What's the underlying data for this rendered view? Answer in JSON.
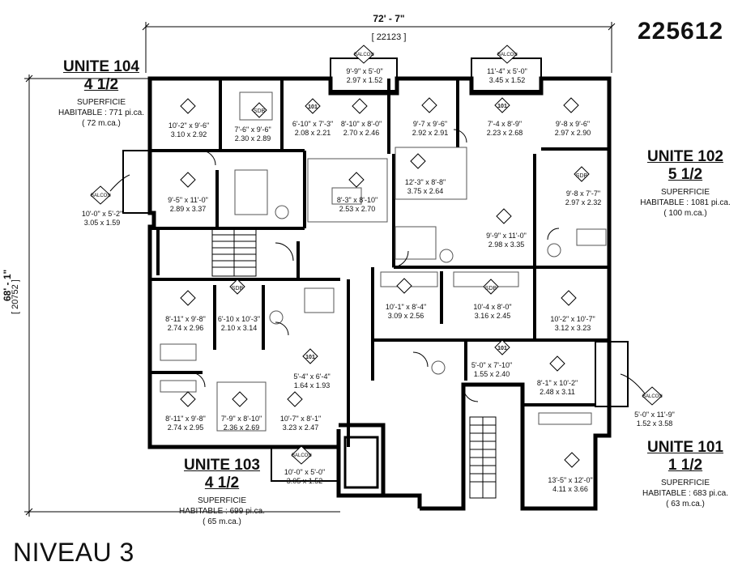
{
  "project_id": "225612",
  "level_label": "NIVEAU 3",
  "overall": {
    "width_imperial": "72' - 7\"",
    "width_metric": "[ 22123 ]",
    "depth_imperial": "68' - 1\"",
    "depth_metric": "[ 20752 ]"
  },
  "units": {
    "u104": {
      "title": "UNITE 104",
      "type": "4 1/2",
      "sup_label": "SUPERFICIE",
      "sup_area": "HABITABLE : 771 pi.ca.",
      "sup_metric": "( 72 m.ca.)"
    },
    "u102": {
      "title": "UNITE 102",
      "type": "5 1/2",
      "sup_label": "SUPERFICIE",
      "sup_area": "HABITABLE : 1081 pi.ca.",
      "sup_metric": "( 100 m.ca.)"
    },
    "u103": {
      "title": "UNITE 103",
      "type": "4 1/2",
      "sup_label": "SUPERFICIE",
      "sup_area": "HABITABLE : 699 pi.ca.",
      "sup_metric": "( 65 m.ca.)"
    },
    "u101": {
      "title": "UNITE 101",
      "type": "1 1/2",
      "sup_label": "SUPERFICIE",
      "sup_area": "HABITABLE : 683 pi.ca.",
      "sup_metric": "( 63 m.ca.)"
    }
  },
  "rooms": [
    {
      "imp": "10'-2\" x 9'-6\"",
      "met": "3.10 x 2.92"
    },
    {
      "imp": "7'-6\" x 9'-6\"",
      "met": "2.30 x 2.89"
    },
    {
      "imp": "6'-10\" x 7'-3\"",
      "met": "2.08 x 2.21"
    },
    {
      "imp": "8'-10\" x 8'-0\"",
      "met": "2.70 x 2.46"
    },
    {
      "imp": "9'-7 x 9'-6\"",
      "met": "2.92 x 2.91"
    },
    {
      "imp": "7'-4 x 8'-9\"",
      "met": "2.23 x 2.68"
    },
    {
      "imp": "9'-8 x 9'-6\"",
      "met": "2.97 x 2.90"
    },
    {
      "imp": "9'-5\" x 11'-0\"",
      "met": "2.89 x 3.37"
    },
    {
      "imp": "8'-3\" x 8'-10\"",
      "met": "2.53 x 2.70"
    },
    {
      "imp": "12'-3\" x 8'-8\"",
      "met": "3.75 x 2.64"
    },
    {
      "imp": "9'-8 x 7'-7\"",
      "met": "2.97 x 2.32"
    },
    {
      "imp": "9'-9\" x 11'-0\"",
      "met": "2.98 x 3.35"
    },
    {
      "imp": "8'-11\" x 9'-8\"",
      "met": "2.74 x 2.96"
    },
    {
      "imp": "6'-10 x 10'-3\"",
      "met": "2.10 x 3.14"
    },
    {
      "imp": "10'-1\" x 8'-4\"",
      "met": "3.09 x 2.56"
    },
    {
      "imp": "10'-4 x 8'-0\"",
      "met": "3.16 x 2.45"
    },
    {
      "imp": "10'-2\" x 10'-7\"",
      "met": "3.12 x 3.23"
    },
    {
      "imp": "5'-4\" x 6'-4\"",
      "met": "1.64 x 1.93"
    },
    {
      "imp": "5'-0\" x 7'-10\"",
      "met": "1.55 x 2.40"
    },
    {
      "imp": "8'-1\" x 10'-2\"",
      "met": "2.48 x 3.11"
    },
    {
      "imp": "8'-11\" x 9'-8\"",
      "met": "2.74 x 2.95"
    },
    {
      "imp": "7'-9\" x 8'-10\"",
      "met": "2.36 x 2.69"
    },
    {
      "imp": "10'-7\" x 8'-1\"",
      "met": "3.23 x 2.47"
    },
    {
      "imp": "13'-5\" x 12'-0\"",
      "met": "4.11 x 3.66"
    }
  ],
  "balconies": [
    {
      "tag": "BALCON",
      "imp": "9'-9\" x 5'-0\"",
      "met": "2.97 x 1.52"
    },
    {
      "tag": "BALCON",
      "imp": "11'-4\" x 5'-0\"",
      "met": "3.45 x 1.52"
    },
    {
      "tag": "BALCON",
      "imp": "10'-0\" x 5'-2\"",
      "met": "3.05 x 1.59"
    },
    {
      "tag": "BALCON",
      "imp": "10'-0\" x 5'-0\"",
      "met": "3.05 x 1.52"
    },
    {
      "tag": "BALCON",
      "imp": "5'-0\" x 11'-9\"",
      "met": "1.52 x 3.58"
    }
  ],
  "sdb_label": "SDB",
  "kitchen_icon": "101"
}
